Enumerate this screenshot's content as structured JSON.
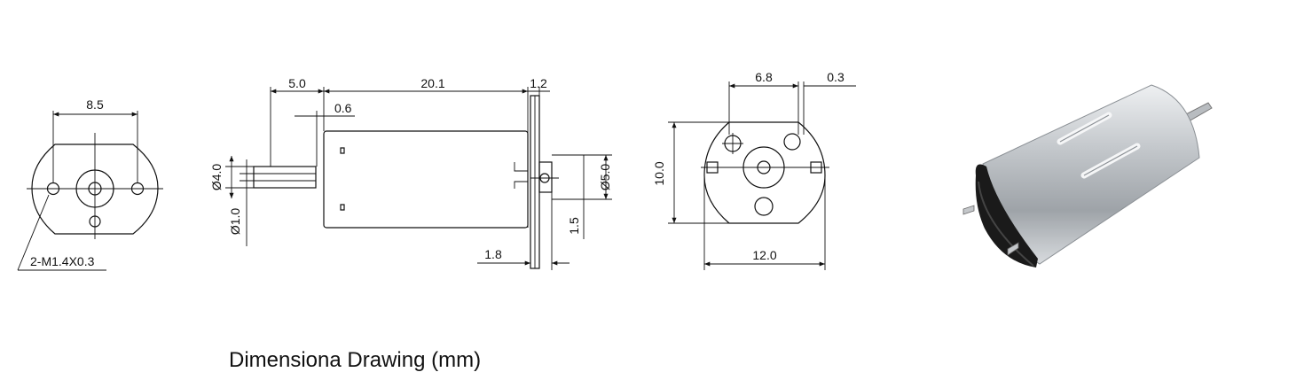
{
  "caption": "Dimensiona Drawing (mm)",
  "views": {
    "front": {
      "width_label": "8.5",
      "hole_label": "2-M1.4X0.3"
    },
    "side": {
      "shaft_length": "5.0",
      "body_length": "20.1",
      "flange_thickness": "1.2",
      "gap": "0.6",
      "shaft_housing_dia": "Ø4.0",
      "shaft_dia": "Ø1.0",
      "rear_boss_dia": "Ø5.0",
      "rear_boss_offset": "1.5",
      "rear_length": "1.8"
    },
    "rear": {
      "hole_spacing": "6.8",
      "offset": "0.3",
      "height": "10.0",
      "width": "12.0"
    }
  },
  "colors": {
    "line": "#111111",
    "body_metal": "#c9ccd0",
    "endcap": "#1a1a1a"
  }
}
